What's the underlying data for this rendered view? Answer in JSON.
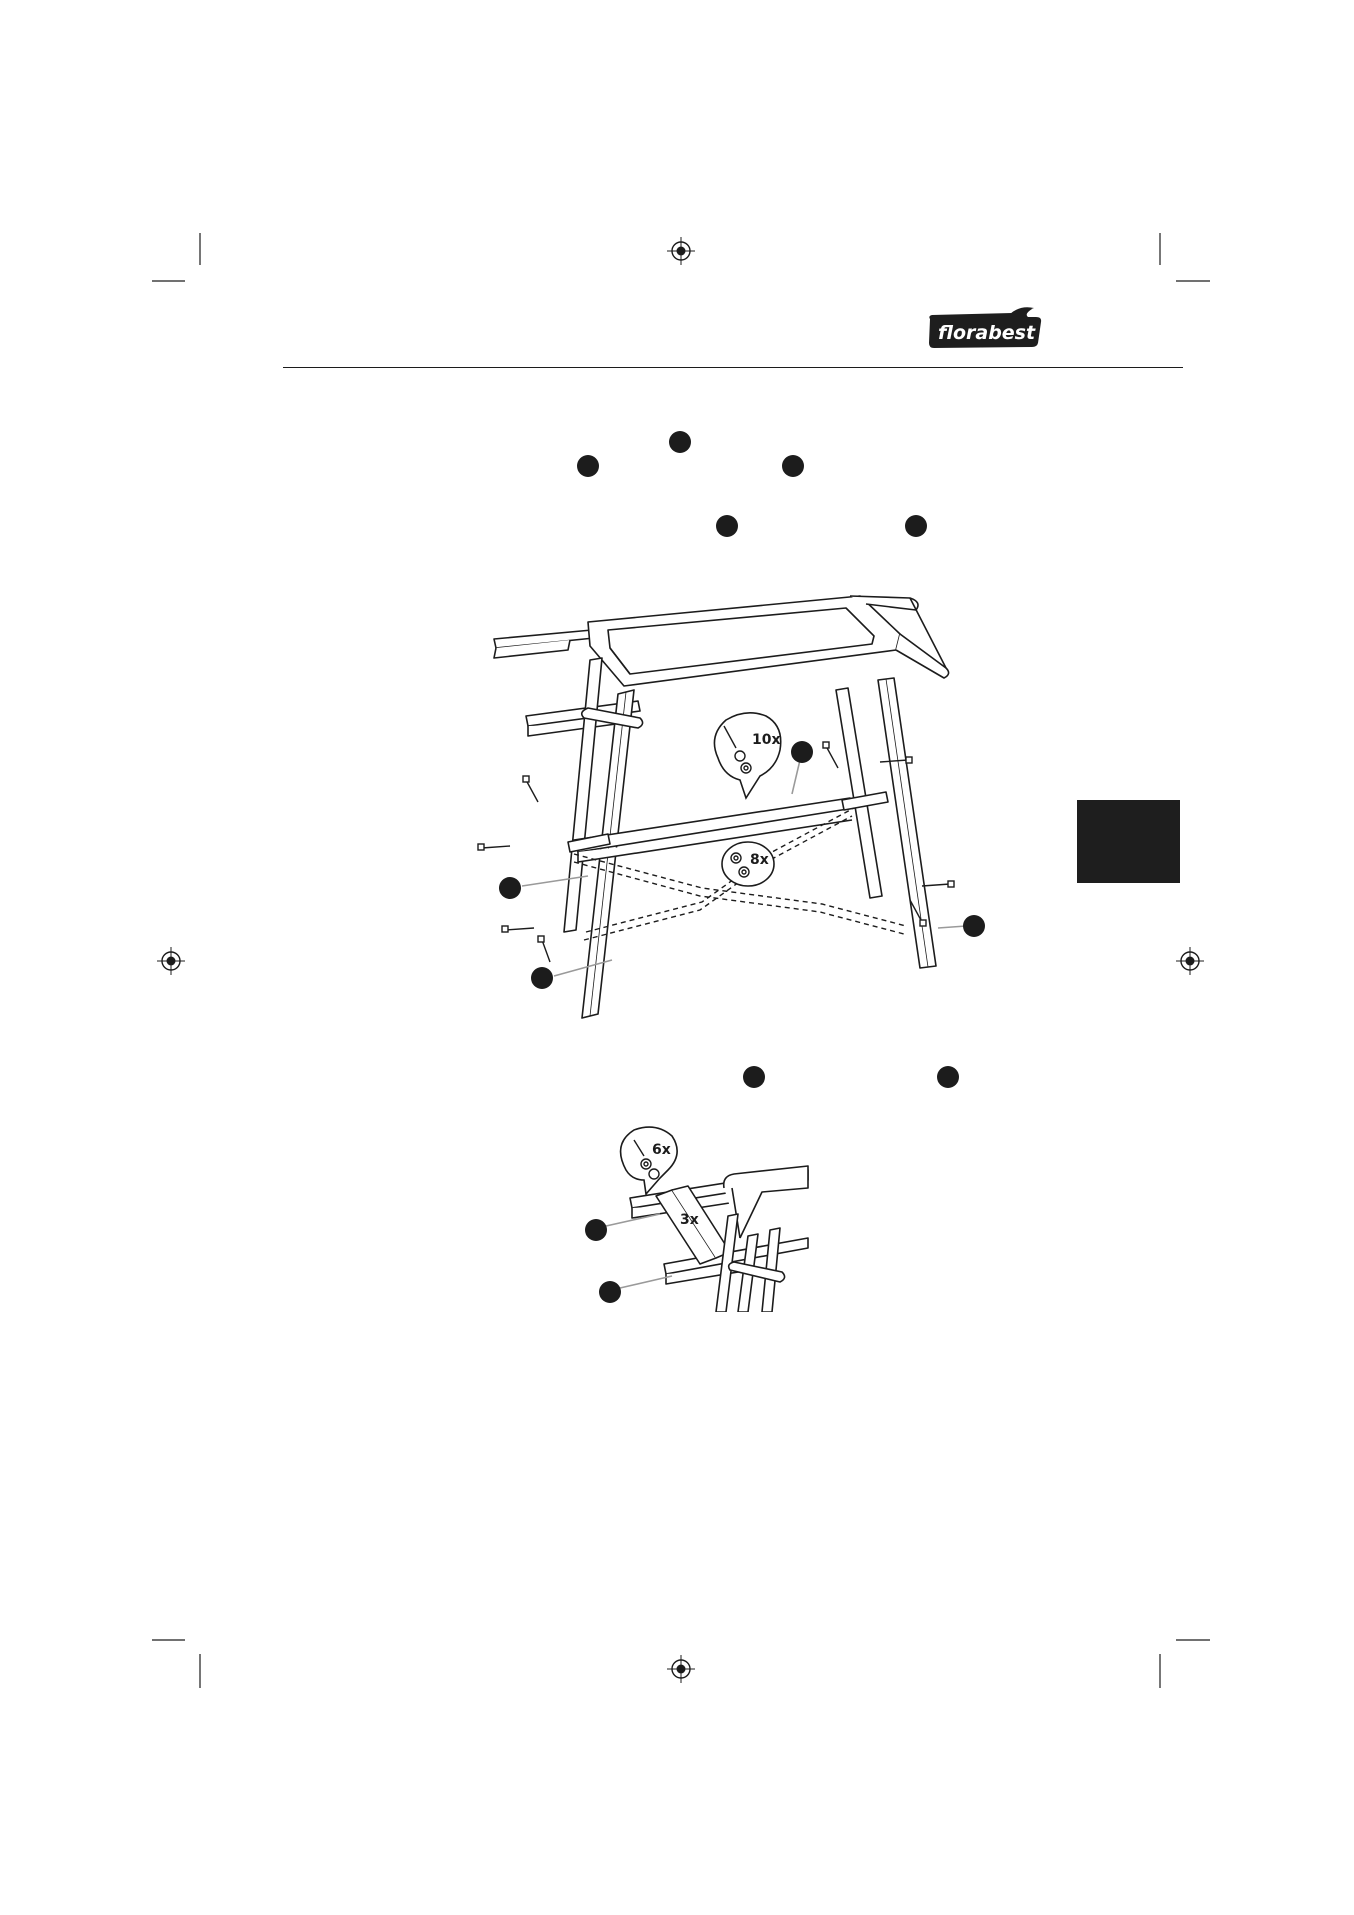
{
  "brand": {
    "logo_text": "florabest"
  },
  "figure1": {
    "quantities": {
      "screws": "10x",
      "nuts": "8x"
    }
  },
  "figure2": {
    "quantities": {
      "screws": "6x",
      "brackets": "3x"
    }
  }
}
